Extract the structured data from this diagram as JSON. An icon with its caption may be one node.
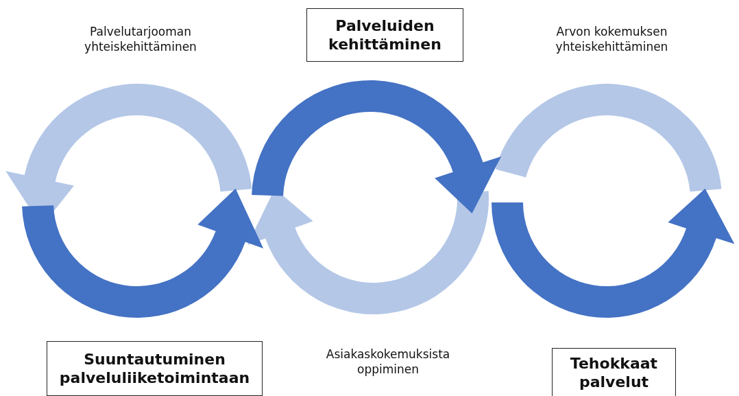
{
  "diagram": {
    "nodes": [
      {
        "text": [
          "Palveluiden kehittäminen"
        ]
      },
      {
        "text": [
          "Suuntautuminen palveluliiketoimintaan"
        ]
      },
      {
        "text": [
          "Tehokkaat palvelut"
        ]
      }
    ],
    "labels": [
      "Palvelutarjooman yhteiskehittäminen",
      "Arvon kokemuksen yhteiskehittäminen",
      "Asiakaskokemuksista oppiminen"
    ]
  }
}
